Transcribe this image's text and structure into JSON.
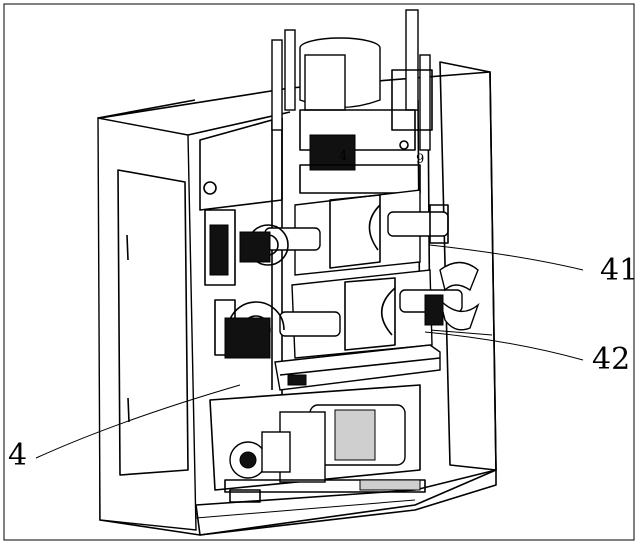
{
  "labels": {
    "part_4": "4",
    "part_41": "41",
    "part_42": "42",
    "part_4_small": "4",
    "part_9": "9"
  }
}
